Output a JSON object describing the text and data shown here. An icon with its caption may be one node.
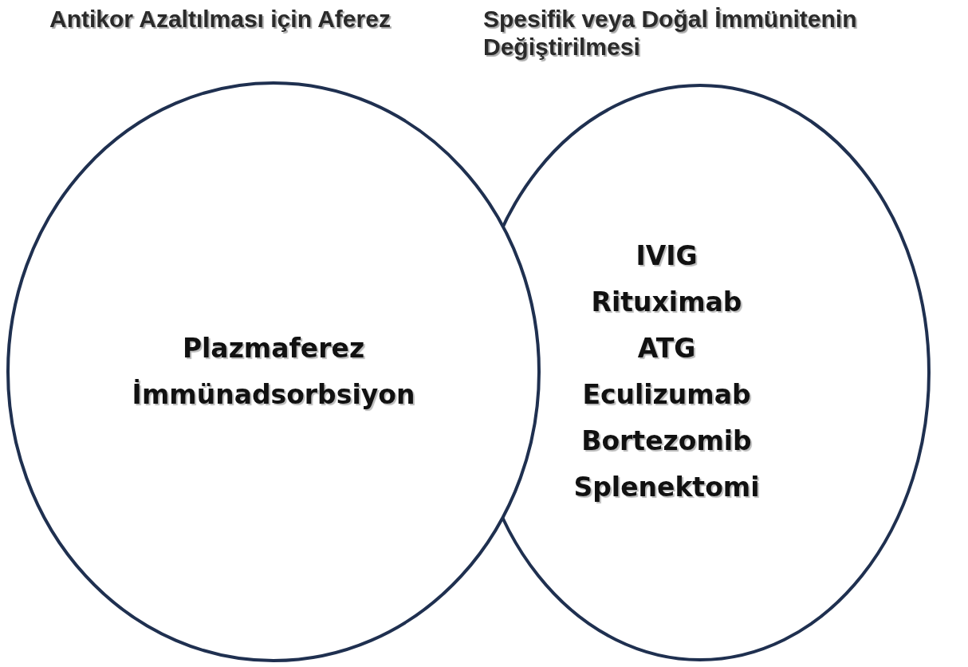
{
  "diagram": {
    "nodes": [
      {
        "text": [
          "Antikor Azaltılması için Aferez",
          "Plazmaferez",
          "İmmünadsorbsiyon"
        ]
      },
      {
        "text": [
          "Spesifik veya Doğal İmmünitenin Değiştirilmesi",
          "IVIG",
          "Rituximab",
          "ATG",
          "Eculizumab",
          "Bortezomib",
          "Splenektomi"
        ]
      }
    ]
  }
}
